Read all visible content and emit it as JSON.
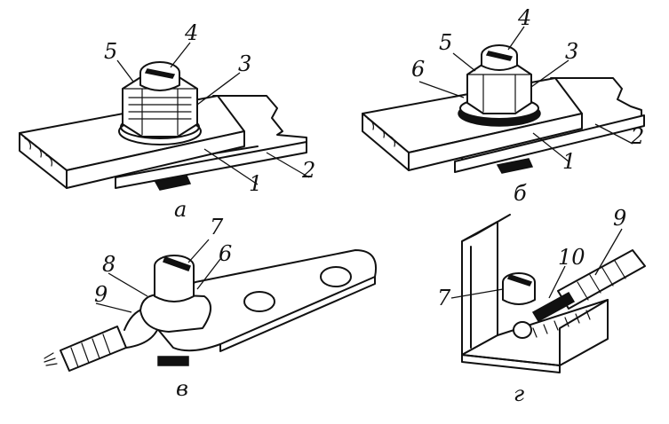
{
  "callouts": {
    "a": [
      "1",
      "2",
      "3",
      "4",
      "5"
    ],
    "b": [
      "1",
      "2",
      "3",
      "4",
      "5",
      "6"
    ],
    "v": [
      "6",
      "7",
      "8",
      "9"
    ],
    "g": [
      "7",
      "9",
      "10"
    ]
  },
  "letters": {
    "a": "а",
    "b": "б",
    "v": "в",
    "g": "г"
  }
}
